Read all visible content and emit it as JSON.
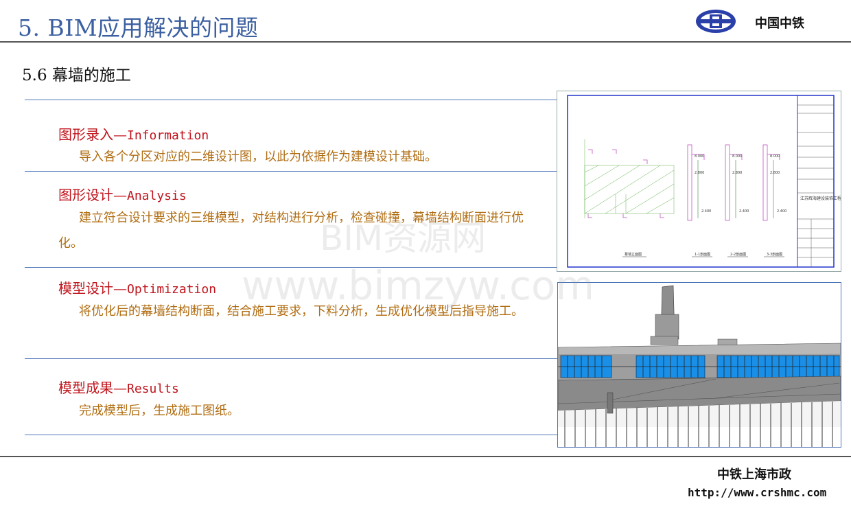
{
  "header": {
    "title": "5. BIM应用解决的问题",
    "brand": "中国中铁"
  },
  "subtitle": "5.6 幕墙的施工",
  "sections": [
    {
      "title_cn": "图形录入—",
      "title_en": "Information",
      "body": "导入各个分区对应的二维设计图，以此为依据作为建模设计基础。"
    },
    {
      "title_cn": "图形设计—",
      "title_en": "Analysis",
      "body": "建立符合设计要求的三维模型，对结构进行分析，检查碰撞，幕墙结构断面进行优化。"
    },
    {
      "title_cn": "模型设计—",
      "title_en": "Optimization",
      "body": "将优化后的幕墙结构断面，结合施工要求，下料分析，生成优化模型后指导施工。"
    },
    {
      "title_cn": "模型成果—",
      "title_en": "Results",
      "body": "完成模型后，生成施工图纸。"
    }
  ],
  "cad_drawing": {
    "view_labels": [
      "幕墙立面图",
      "1-1剖面图",
      "2-2剖面图",
      "3-3剖面图"
    ],
    "dims": [
      "8.000",
      "8.000",
      "8.000",
      "2.800",
      "2.800",
      "2.800",
      "2.400",
      "2.400",
      "2.400"
    ],
    "titleblock_company": "江苏辉海建设装饰工程有限公司"
  },
  "watermark": {
    "line1": "BIM资源网",
    "line2": "www.bimzyw.com"
  },
  "footer": {
    "org": "中铁上海市政",
    "url": "http://www.crshmc.com"
  },
  "colors": {
    "title": "#3b5fa0",
    "section_title": "#c0141c",
    "section_body": "#b06d12",
    "rule": "#4a74b8",
    "glass": "#1a8fe8"
  }
}
